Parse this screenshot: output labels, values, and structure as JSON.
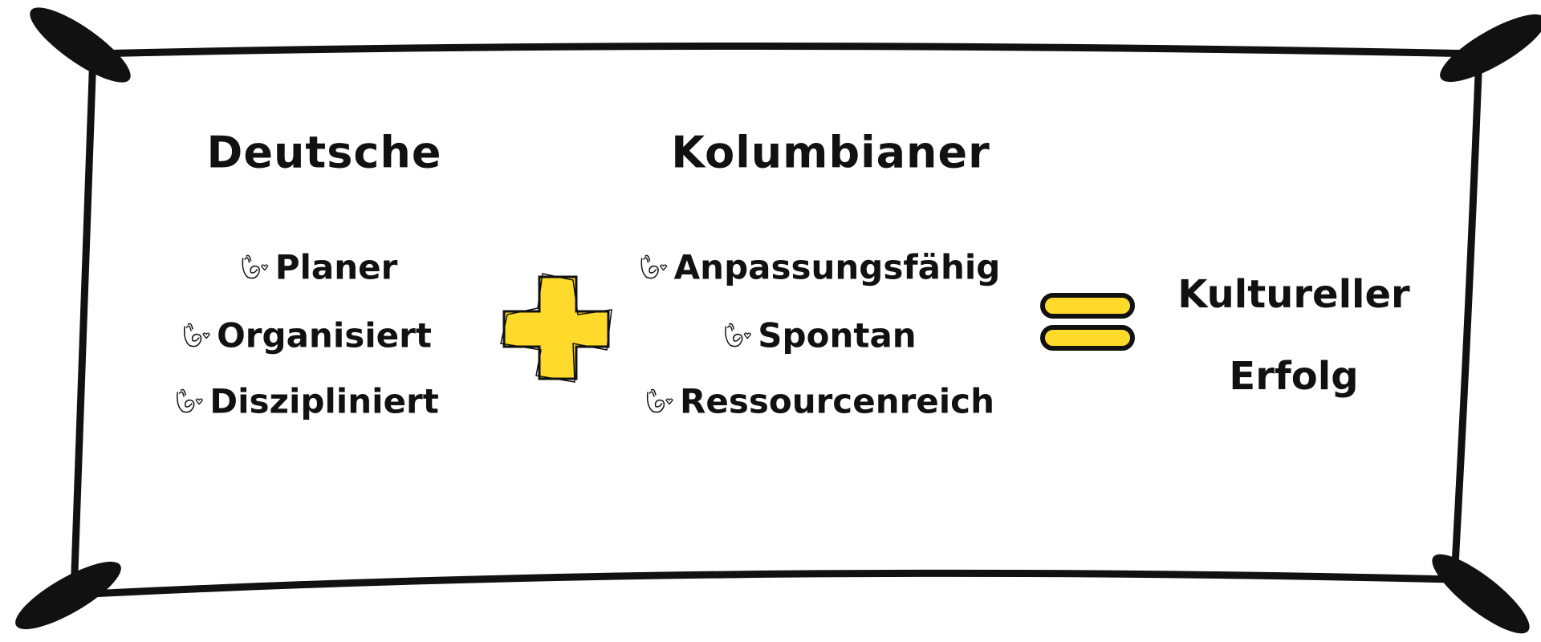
{
  "left": {
    "title": "Deutsche",
    "items": [
      "Planer",
      "Organisiert",
      "Diszipliniert"
    ]
  },
  "right": {
    "title": "Kolumbianer",
    "items": [
      "Anpassungsfähig",
      "Spontan",
      "Ressourcenreich"
    ]
  },
  "result": {
    "line1": "Kultureller",
    "line2": "Erfolg"
  },
  "colors": {
    "accent": "#FFDA2B",
    "ink": "#111111"
  },
  "icons": {
    "bullet": "ok-hand-icon",
    "plus": "plus-icon",
    "equals": "equals-icon"
  }
}
